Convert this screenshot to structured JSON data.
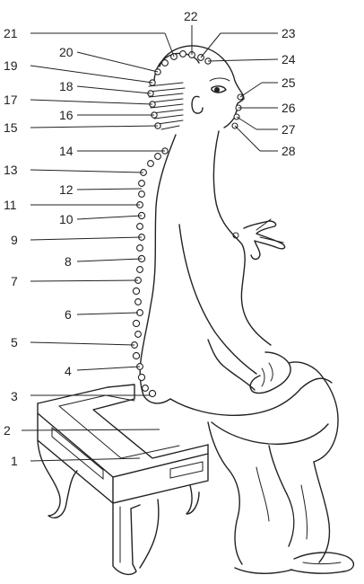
{
  "labels": {
    "l1": "1",
    "l2": "2",
    "l3": "3",
    "l4": "4",
    "l5": "5",
    "l6": "6",
    "l7": "7",
    "l8": "8",
    "l9": "9",
    "l10": "10",
    "l11": "11",
    "l12": "12",
    "l13": "13",
    "l14": "14",
    "l15": "15",
    "l16": "16",
    "l17": "17",
    "l18": "18",
    "l19": "19",
    "l20": "20",
    "l21": "21",
    "l22": "22",
    "l23": "23",
    "l24": "24",
    "l25": "25",
    "l26": "26",
    "l27": "27",
    "l28": "28"
  },
  "colors": {
    "ink": "#222222",
    "paper": "#ffffff"
  }
}
